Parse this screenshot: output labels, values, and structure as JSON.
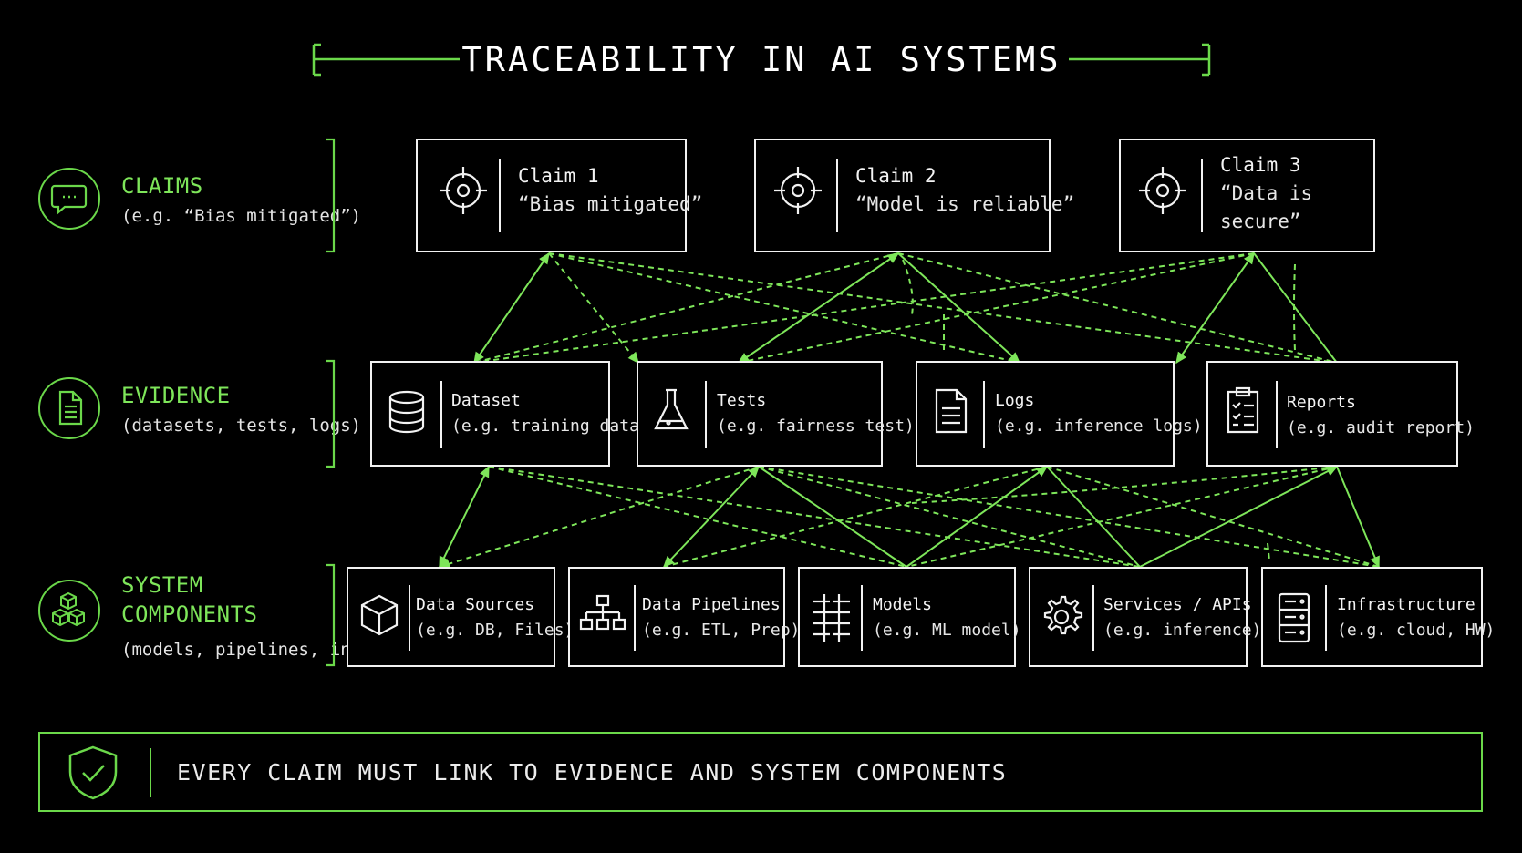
{
  "title": "TRACEABILITY IN AI SYSTEMS",
  "accent_color": "#6bd84a",
  "rows": {
    "claims": {
      "title": "CLAIMS",
      "subtitle": "(e.g. “Bias mitigated”)",
      "icon": "chat-bubble-icon"
    },
    "evidence": {
      "title": "EVIDENCE",
      "subtitle": "(datasets, tests, logs)",
      "icon": "document-icon"
    },
    "components": {
      "title_line1": "SYSTEM",
      "title_line2": "COMPONENTS",
      "subtitle": "(models, pipelines, infra)",
      "icon": "cubes-icon"
    }
  },
  "claims": [
    {
      "title": "Claim 1",
      "subtitle": "“Bias mitigated”",
      "icon": "target-icon"
    },
    {
      "title": "Claim 2",
      "subtitle": "“Model is reliable”",
      "icon": "target-icon"
    },
    {
      "title": "Claim 3",
      "subtitle_line1": "“Data is",
      "subtitle_line2": "secure”",
      "icon": "target-icon"
    }
  ],
  "evidence": [
    {
      "title": "Dataset",
      "subtitle": "(e.g. training data)",
      "icon": "database-icon"
    },
    {
      "title": "Tests",
      "subtitle": "(e.g. fairness test)",
      "icon": "flask-icon"
    },
    {
      "title": "Logs",
      "subtitle": "(e.g. inference logs)",
      "icon": "log-file-icon"
    },
    {
      "title": "Reports",
      "subtitle": "(e.g. audit report)",
      "icon": "clipboard-icon"
    }
  ],
  "components": [
    {
      "title": "Data Sources",
      "subtitle": "(e.g. DB, Files)",
      "icon": "cube-icon"
    },
    {
      "title": "Data Pipelines",
      "subtitle": "(e.g. ETL, Prep)",
      "icon": "hierarchy-icon"
    },
    {
      "title": "Models",
      "subtitle": "(e.g. ML model)",
      "icon": "network-grid-icon"
    },
    {
      "title": "Services / APIs",
      "subtitle": "(e.g. inference)",
      "icon": "gear-icon"
    },
    {
      "title": "Infrastructure",
      "subtitle": "(e.g. cloud, HW)",
      "icon": "server-icon"
    }
  ],
  "footer": {
    "text": "EVERY CLAIM MUST LINK TO EVIDENCE AND SYSTEM COMPONENTS",
    "icon": "shield-check-icon"
  }
}
